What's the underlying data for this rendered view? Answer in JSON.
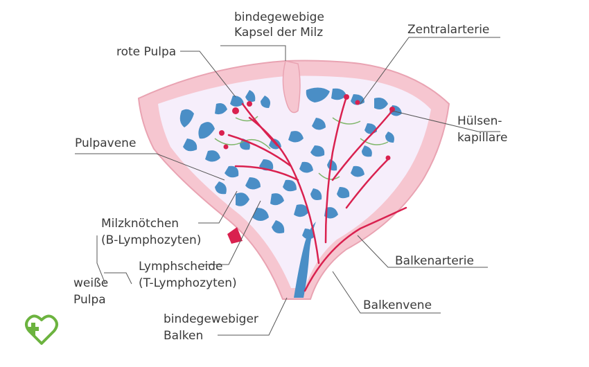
{
  "labels": {
    "capsule_line1": "bindegewebige",
    "capsule_line2": "Kapsel der Milz",
    "red_pulp": "rote Pulpa",
    "central_artery": "Zentralarterie",
    "sheath_cap_line1": "Hülsen-",
    "sheath_cap_line2": "kapillare",
    "pulp_vein": "Pulpavene",
    "nodules_line1": "Milzknötchen",
    "nodules_line2": "(B-Lymphozyten)",
    "sheath_line1": "Lymphscheide",
    "sheath_line2": "(T-Lymphozyten)",
    "white_pulp_line1": "weiße",
    "white_pulp_line2": "Pulpa",
    "trab_artery": "Balkenarterie",
    "trab_vein": "Balkenvene",
    "trab_line1": "bindegewebiger",
    "trab_line2": "Balken"
  },
  "colors": {
    "capsule": "#f6c6d0",
    "capsule_edge": "#e9a3b2",
    "pulp_bg": "#f6eefb",
    "blue": "#4a8ec6",
    "red": "#d9214f",
    "green": "#7fb66a",
    "logo": "#6cb33f"
  },
  "logo": {
    "icon": "heart-cross-icon"
  }
}
